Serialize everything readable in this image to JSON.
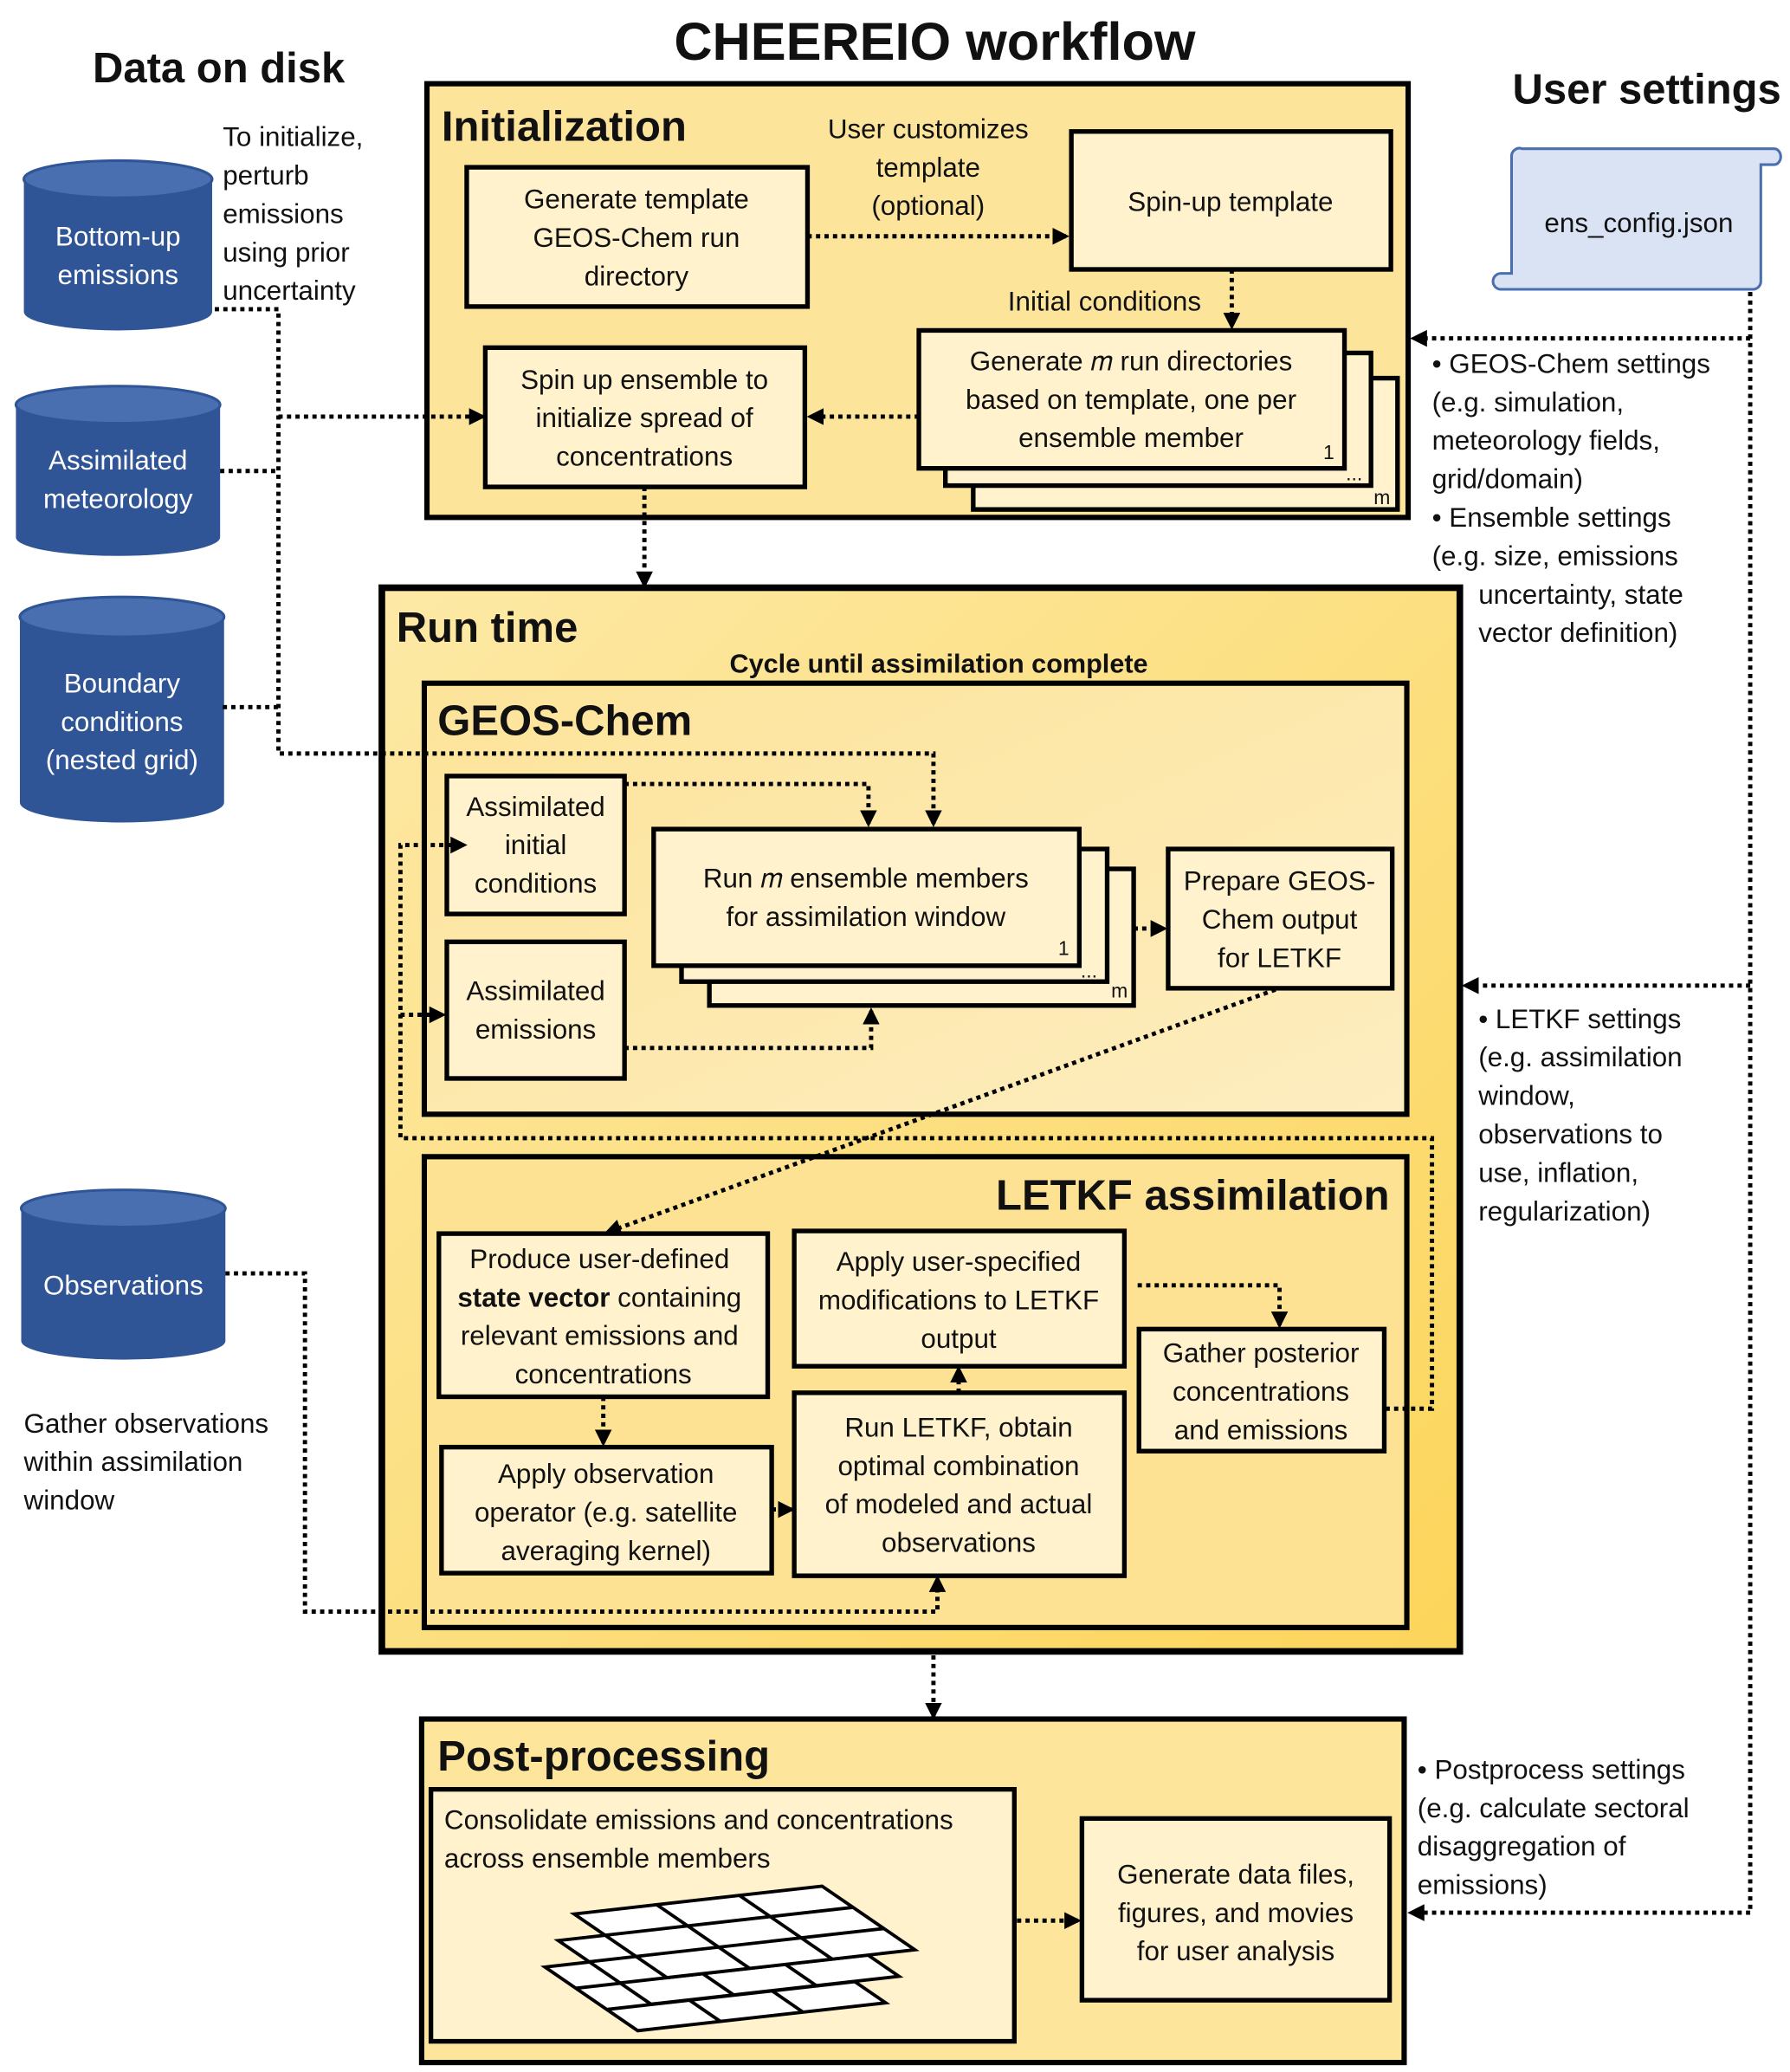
{
  "title": "CHEEREIO workflow",
  "colors": {
    "panel": "#fce49b",
    "runtime": "#fcd55a",
    "box": "#fff2cc",
    "cylinder": "#2f5597",
    "config": "#dae3f3"
  },
  "data_on_disk": {
    "heading": "Data on disk",
    "perturb_note": [
      "To initialize,",
      "perturb",
      "emissions",
      "using prior",
      "uncertainty"
    ],
    "bottom_up": [
      "Bottom-up",
      "emissions"
    ],
    "meteorology": [
      "Assimilated",
      "meteorology"
    ],
    "boundary": [
      "Boundary",
      "conditions",
      "(nested grid)"
    ],
    "observations": [
      "Observations"
    ],
    "obs_note": [
      "Gather observations",
      "within assimilation",
      "window"
    ]
  },
  "user_settings": {
    "heading": "User settings",
    "config_file": "ens_config.json",
    "geos_notes": [
      "• GEOS-Chem settings",
      "(e.g. simulation,",
      "meteorology fields,",
      "grid/domain)",
      "• Ensemble settings",
      "(e.g. size, emissions"
    ],
    "geos_notes_indent": [
      "uncertainty, state",
      "vector definition)"
    ],
    "letkf_notes": [
      "• LETKF settings",
      "(e.g. assimilation",
      "window,",
      "observations to",
      "use, inflation,",
      "regularization)"
    ],
    "post_notes": [
      "• Postprocess settings",
      "(e.g. calculate sectoral",
      "disaggregation of",
      "emissions)"
    ]
  },
  "initialization": {
    "title": "Initialization",
    "template_box": [
      "Generate template",
      "GEOS-Chem run",
      "directory"
    ],
    "customize_note": [
      "User customizes",
      "template",
      "(optional)"
    ],
    "spinup_template": [
      "Spin-up template"
    ],
    "initial_conditions": "Initial conditions",
    "generate_m": [
      "Generate 𝑚 run directories",
      "based on template, one per",
      "ensemble member"
    ],
    "stack_labels": [
      "1",
      "...",
      "m"
    ],
    "spinup_ensemble": [
      "Spin up ensemble to",
      "initialize spread of",
      "concentrations"
    ]
  },
  "runtime": {
    "title": "Run time",
    "cycle_note": "Cycle until assimilation complete",
    "geos": {
      "title": "GEOS-Chem",
      "assim_ic": [
        "Assimilated",
        "initial",
        "conditions"
      ],
      "assim_em": [
        "Assimilated",
        "emissions"
      ],
      "run_m": [
        "Run 𝑚 ensemble members",
        "for assimilation window"
      ],
      "stack_labels": [
        "1",
        "...",
        "m"
      ],
      "prepare": [
        "Prepare GEOS-",
        "Chem output",
        "for LETKF"
      ]
    },
    "letkf": {
      "title": "LETKF assimilation",
      "produce": {
        "line1": "Produce user-defined",
        "bold": "state vector",
        "line2_rest": " containing",
        "line3": "relevant emissions and",
        "line4": "concentrations"
      },
      "apply_obs": [
        "Apply observation",
        "operator (e.g. satellite",
        "averaging kernel)"
      ],
      "run_letkf": [
        "Run LETKF, obtain",
        "optimal combination",
        "of modeled and actual",
        "observations"
      ],
      "apply_user": [
        "Apply user-specified",
        "modifications to LETKF",
        "output"
      ],
      "gather": [
        "Gather posterior",
        "concentrations",
        "and emissions"
      ]
    }
  },
  "postprocessing": {
    "title": "Post-processing",
    "consolidate": [
      "Consolidate emissions and concentrations",
      "across ensemble members"
    ],
    "generate": [
      "Generate data files,",
      "figures, and movies",
      "for user analysis"
    ]
  }
}
